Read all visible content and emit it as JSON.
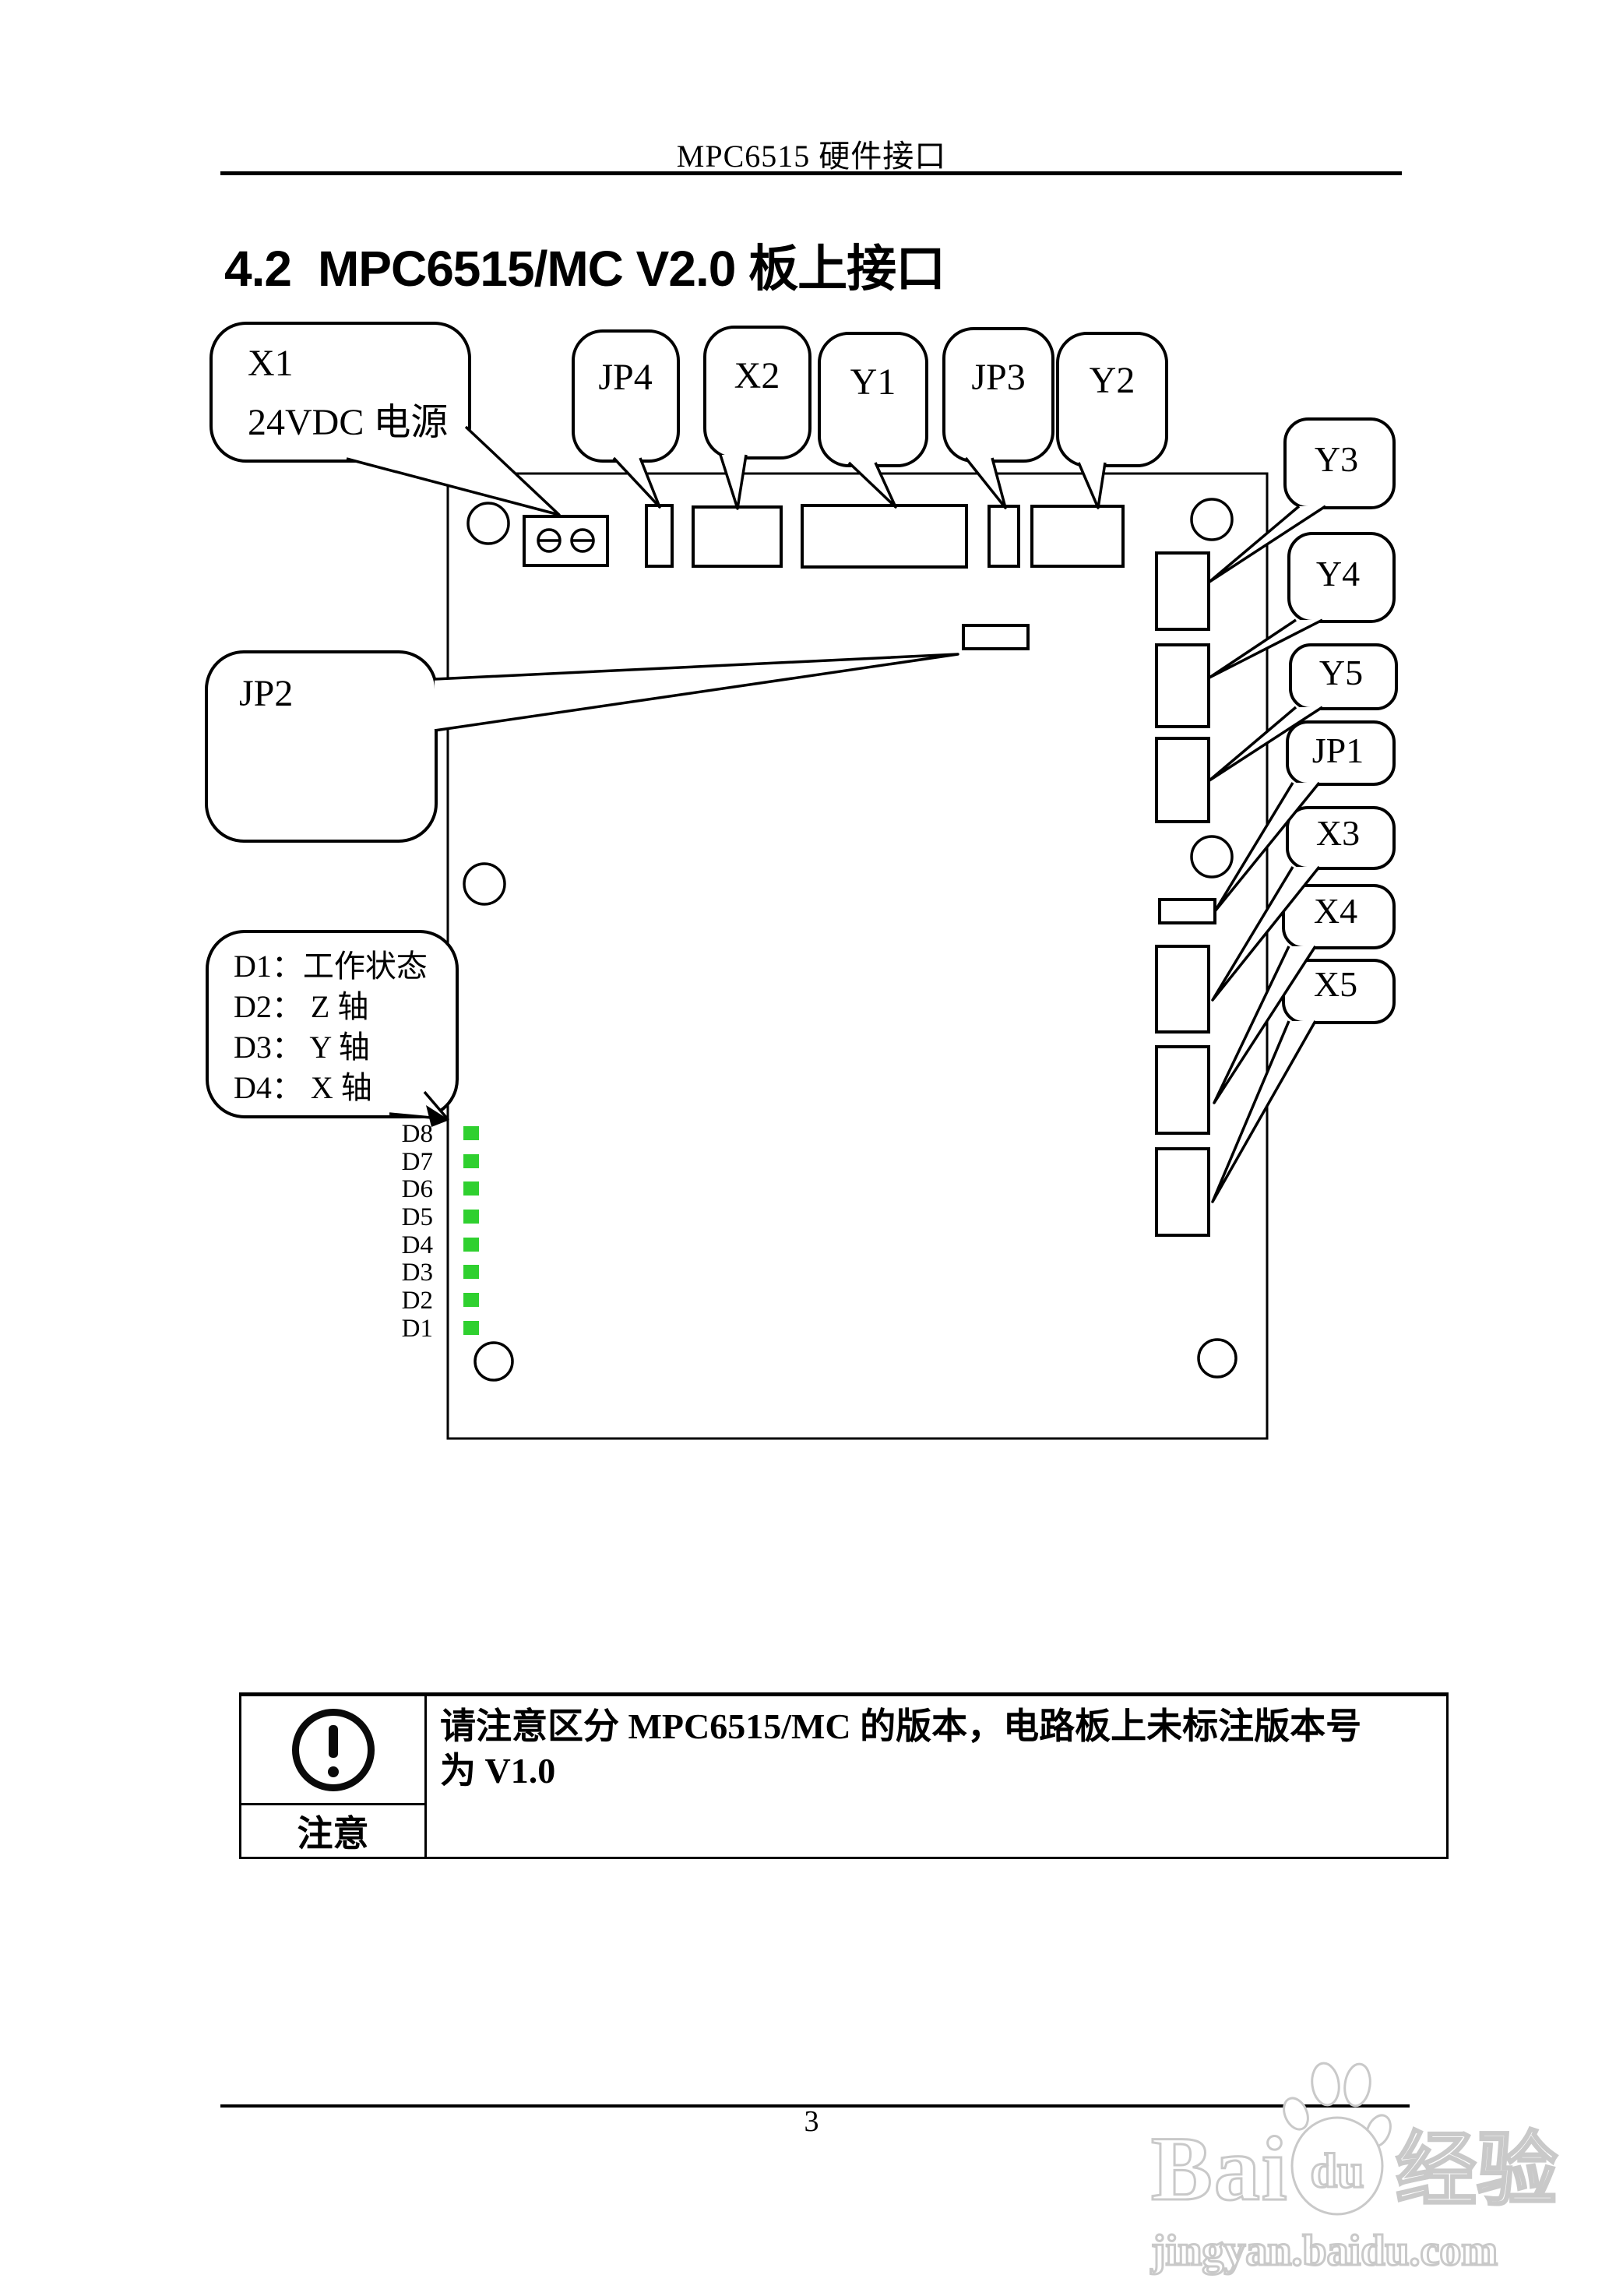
{
  "header": {
    "title": "MPC6515 硬件接口"
  },
  "section": {
    "number": "4.2",
    "title": "MPC6515/MC V2.0 板上接口"
  },
  "diagram": {
    "callouts": {
      "x1_line1": "X1",
      "x1_line2": "24VDC 电源",
      "jp4": "JP4",
      "x2": "X2",
      "y1": "Y1",
      "jp3": "JP3",
      "y2": "Y2",
      "y3": "Y3",
      "y4": "Y4",
      "y5": "Y5",
      "jp1": "JP1",
      "x3": "X3",
      "x4": "X4",
      "x5": "X5",
      "jp2": "JP2",
      "led_legend": [
        "D1：工作状态",
        "D2： Z 轴",
        "D3： Y 轴",
        "D4： X 轴"
      ]
    },
    "led_labels": [
      "D8",
      "D7",
      "D6",
      "D5",
      "D4",
      "D3",
      "D2",
      "D1"
    ],
    "led_color": "#2FD02F"
  },
  "note": {
    "badge": "注意",
    "line1": "请注意区分 MPC6515/MC 的版本，电路板上未标注版本号",
    "line2": "为 V1.0"
  },
  "footer": {
    "page_number": "3"
  },
  "watermark": {
    "brand": "Bai",
    "brand_pad": "du",
    "brand_cn": "经验",
    "url": "jingyan.baidu.com",
    "color": "#c9c9c9"
  }
}
